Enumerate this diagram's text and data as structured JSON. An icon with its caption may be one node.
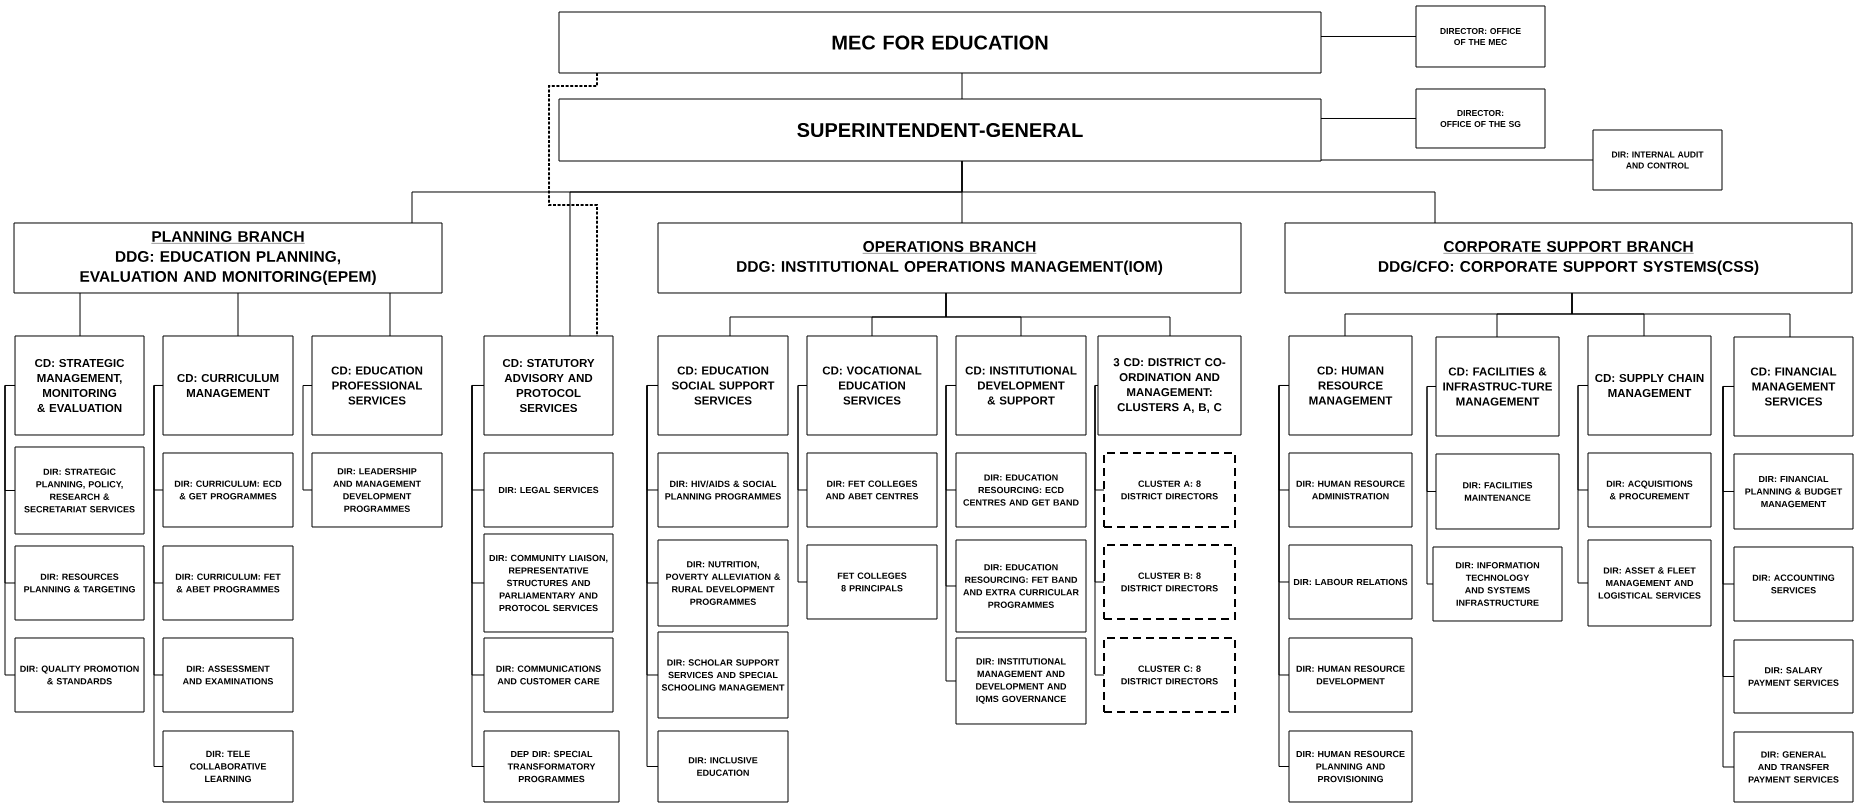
{
  "diagram": {
    "nodes": [
      {
        "text": [
          "MEC FOR EDUCATION"
        ]
      },
      {
        "text": [
          "SUPERINTENDENT-GENERAL"
        ]
      },
      {
        "text": [
          "DIRECTOR: OFFICE OF THE MEC"
        ]
      },
      {
        "text": [
          "DIRECTOR: OFFICE OF THE SG"
        ]
      },
      {
        "text": [
          "DIR: INTERNAL AUDIT AND CONTROL"
        ]
      },
      {
        "text": [
          "PLANNING BRANCH",
          "DDG: EDUCATION PLANNING, EVALUATION AND MONITORING(EPEM)"
        ]
      },
      {
        "text": [
          "OPERATIONS BRANCH",
          "DDG: INSTITUTIONAL OPERATIONS MANAGEMENT(IOM)"
        ]
      },
      {
        "text": [
          "CORPORATE SUPPORT BRANCH",
          "DDG/CFO: CORPORATE SUPPORT SYSTEMS(CSS)"
        ]
      },
      {
        "text": [
          "CD: STRATEGIC MANAGEMENT, MONITORING & EVALUATION"
        ]
      },
      {
        "text": [
          "CD: CURRICULUM MANAGEMENT"
        ]
      },
      {
        "text": [
          "CD: EDUCATION PROFESSIONAL SERVICES"
        ]
      },
      {
        "text": [
          "CD: STATUTORY ADVISORY AND PROTOCOL SERVICES"
        ]
      },
      {
        "text": [
          "CD: EDUCATION SOCIAL SUPPORT SERVICES"
        ]
      },
      {
        "text": [
          "CD: VOCATIONAL EDUCATION SERVICES"
        ]
      },
      {
        "text": [
          "CD: INSTITUTIONAL DEVELOPMENT & SUPPORT"
        ]
      },
      {
        "text": [
          "3 CD: DISTRICT CO-ORDINATION AND MANAGEMENT: CLUSTERS A, B, C"
        ]
      },
      {
        "text": [
          "CD: HUMAN RESOURCE MANAGEMENT"
        ]
      },
      {
        "text": [
          "CD: FACILITIES & INFRASTRUC-TURE MANAGEMENT"
        ]
      },
      {
        "text": [
          "CD: SUPPLY CHAIN MANAGEMENT"
        ]
      },
      {
        "text": [
          "CD: FINANCIAL MANAGEMENT SERVICES"
        ]
      },
      {
        "text": [
          "DIR: STRATEGIC PLANNING, POLICY, RESEARCH & SECRETARIAT SERVICES"
        ]
      },
      {
        "text": [
          "DIR: RESOURCES PLANNING & TARGETING"
        ]
      },
      {
        "text": [
          "DIR: QUALITY PROMOTION & STANDARDS"
        ]
      },
      {
        "text": [
          "DIR: CURRICULUM: ECD & GET PROGRAMMES"
        ]
      },
      {
        "text": [
          "DIR: CURRICULUM: FET & ABET PROGRAMMES"
        ]
      },
      {
        "text": [
          "DIR: ASSESSMENT AND EXAMINATIONS"
        ]
      },
      {
        "text": [
          "DIR: TELE COLLABORATIVE LEARNING"
        ]
      },
      {
        "text": [
          "DIR: LEADERSHIP AND MANAGEMENT DEVELOPMENT PROGRAMMES"
        ]
      },
      {
        "text": [
          "DIR: LEGAL SERVICES"
        ]
      },
      {
        "text": [
          "DIR: COMMUNITY LIAISON, REPRESENTATIVE STRUCTURES AND PARLIAMENTARY AND PROTOCOL SERVICES"
        ]
      },
      {
        "text": [
          "DIR: COMMUNICATIONS AND CUSTOMER CARE"
        ]
      },
      {
        "text": [
          "DEP DIR: SPECIAL TRANSFORMATORY PROGRAMMES"
        ]
      },
      {
        "text": [
          "DIR: HIV/AIDS & SOCIAL PLANNING PROGRAMMES"
        ]
      },
      {
        "text": [
          "DIR: NUTRITION, POVERTY ALLEVIATION & RURAL DEVELOPMENT PROGRAMMES"
        ]
      },
      {
        "text": [
          "DIR: SCHOLAR SUPPORT SERVICES AND SPECIAL SCHOOLING MANAGEMENT"
        ]
      },
      {
        "text": [
          "DIR: INCLUSIVE EDUCATION"
        ]
      },
      {
        "text": [
          "DIR: FET COLLEGES AND ABET CENTRES"
        ]
      },
      {
        "text": [
          "FET COLLEGES 8 PRINCIPALS"
        ]
      },
      {
        "text": [
          "DIR: EDUCATION RESOURCING: ECD CENTRES AND GET BAND"
        ]
      },
      {
        "text": [
          "DIR: EDUCATION RESOURCING: FET BAND AND EXTRA CURRICULAR PROGRAMMES"
        ]
      },
      {
        "text": [
          "DIR: INSTITUTIONAL MANAGEMENT AND DEVELOPMENT AND IQMS GOVERNANCE"
        ]
      },
      {
        "text": [
          "CLUSTER A: 8 DISTRICT DIRECTORS"
        ]
      },
      {
        "text": [
          "CLUSTER B: 8 DISTRICT DIRECTORS"
        ]
      },
      {
        "text": [
          "CLUSTER C: 8 DISTRICT DIRECTORS"
        ]
      },
      {
        "text": [
          "DIR: HUMAN RESOURCE ADMINISTRATION"
        ]
      },
      {
        "text": [
          "DIR: LABOUR RELATIONS"
        ]
      },
      {
        "text": [
          "DIR: HUMAN RESOURCE DEVELOPMENT"
        ]
      },
      {
        "text": [
          "DIR: HUMAN RESOURCE PLANNING AND PROVISIONING"
        ]
      },
      {
        "text": [
          "DIR: FACILITIES MAINTENANCE"
        ]
      },
      {
        "text": [
          "DIR: INFORMATION TECHNOLOGY AND SYSTEMS INFRASTRUCTURE"
        ]
      },
      {
        "text": [
          "DIR: ACQUISITIONS & PROCUREMENT"
        ]
      },
      {
        "text": [
          "DIR: ASSET & FLEET MANAGEMENT AND LOGISTICAL SERVICES"
        ]
      },
      {
        "text": [
          "DIR: FINANCIAL PLANNING & BUDGET MANAGEMENT"
        ]
      },
      {
        "text": [
          "DIR: ACCOUNTING SERVICES"
        ]
      },
      {
        "text": [
          "DIR: SALARY PAYMENT SERVICES"
        ]
      },
      {
        "text": [
          "DIR: GENERAL AND TRANSFER PAYMENT SERVICES"
        ]
      }
    ],
    "edges": [
      {
        "from": 0,
        "to": 1,
        "arrow": "none"
      },
      {
        "from": 0,
        "to": 2,
        "arrow": "none"
      },
      {
        "from": 1,
        "to": 3,
        "arrow": "none"
      },
      {
        "from": 1,
        "to": 4,
        "arrow": "none"
      },
      {
        "from": 1,
        "to": 5,
        "arrow": "none"
      },
      {
        "from": 1,
        "to": 6,
        "arrow": "none"
      },
      {
        "from": 1,
        "to": 7,
        "arrow": "none"
      },
      {
        "from": 1,
        "to": 11,
        "arrow": "none"
      },
      {
        "from": 0,
        "to": 11,
        "arrow": "none",
        "style": "dashed"
      },
      {
        "from": 5,
        "to": 8,
        "arrow": "none"
      },
      {
        "from": 5,
        "to": 9,
        "arrow": "none"
      },
      {
        "from": 5,
        "to": 10,
        "arrow": "none"
      },
      {
        "from": 6,
        "to": 12,
        "arrow": "none"
      },
      {
        "from": 6,
        "to": 13,
        "arrow": "none"
      },
      {
        "from": 6,
        "to": 14,
        "arrow": "none"
      },
      {
        "from": 6,
        "to": 15,
        "arrow": "none"
      },
      {
        "from": 7,
        "to": 16,
        "arrow": "none"
      },
      {
        "from": 7,
        "to": 17,
        "arrow": "none"
      },
      {
        "from": 7,
        "to": 18,
        "arrow": "none"
      },
      {
        "from": 7,
        "to": 19,
        "arrow": "none"
      },
      {
        "from": 8,
        "to": 20,
        "arrow": "none"
      },
      {
        "from": 8,
        "to": 21,
        "arrow": "none"
      },
      {
        "from": 8,
        "to": 22,
        "arrow": "none"
      },
      {
        "from": 9,
        "to": 23,
        "arrow": "none"
      },
      {
        "from": 9,
        "to": 24,
        "arrow": "none"
      },
      {
        "from": 9,
        "to": 25,
        "arrow": "none"
      },
      {
        "from": 9,
        "to": 26,
        "arrow": "none"
      },
      {
        "from": 10,
        "to": 27,
        "arrow": "none"
      },
      {
        "from": 11,
        "to": 28,
        "arrow": "none"
      },
      {
        "from": 11,
        "to": 29,
        "arrow": "none"
      },
      {
        "from": 11,
        "to": 30,
        "arrow": "none"
      },
      {
        "from": 11,
        "to": 31,
        "arrow": "none"
      },
      {
        "from": 12,
        "to": 32,
        "arrow": "none"
      },
      {
        "from": 12,
        "to": 33,
        "arrow": "none"
      },
      {
        "from": 12,
        "to": 34,
        "arrow": "none"
      },
      {
        "from": 12,
        "to": 35,
        "arrow": "none"
      },
      {
        "from": 13,
        "to": 36,
        "arrow": "none"
      },
      {
        "from": 13,
        "to": 37,
        "arrow": "none"
      },
      {
        "from": 14,
        "to": 38,
        "arrow": "none"
      },
      {
        "from": 14,
        "to": 39,
        "arrow": "none"
      },
      {
        "from": 14,
        "to": 40,
        "arrow": "none"
      },
      {
        "from": 15,
        "to": 41,
        "arrow": "none"
      },
      {
        "from": 15,
        "to": 42,
        "arrow": "none"
      },
      {
        "from": 15,
        "to": 43,
        "arrow": "none"
      },
      {
        "from": 16,
        "to": 44,
        "arrow": "none"
      },
      {
        "from": 16,
        "to": 45,
        "arrow": "none"
      },
      {
        "from": 16,
        "to": 46,
        "arrow": "none"
      },
      {
        "from": 16,
        "to": 47,
        "arrow": "none"
      },
      {
        "from": 17,
        "to": 48,
        "arrow": "none"
      },
      {
        "from": 17,
        "to": 49,
        "arrow": "none"
      },
      {
        "from": 18,
        "to": 50,
        "arrow": "none"
      },
      {
        "from": 18,
        "to": 51,
        "arrow": "none"
      },
      {
        "from": 19,
        "to": 52,
        "arrow": "none"
      },
      {
        "from": 19,
        "to": 53,
        "arrow": "none"
      },
      {
        "from": 19,
        "to": 54,
        "arrow": "none"
      },
      {
        "from": 19,
        "to": 55,
        "arrow": "none"
      }
    ]
  }
}
